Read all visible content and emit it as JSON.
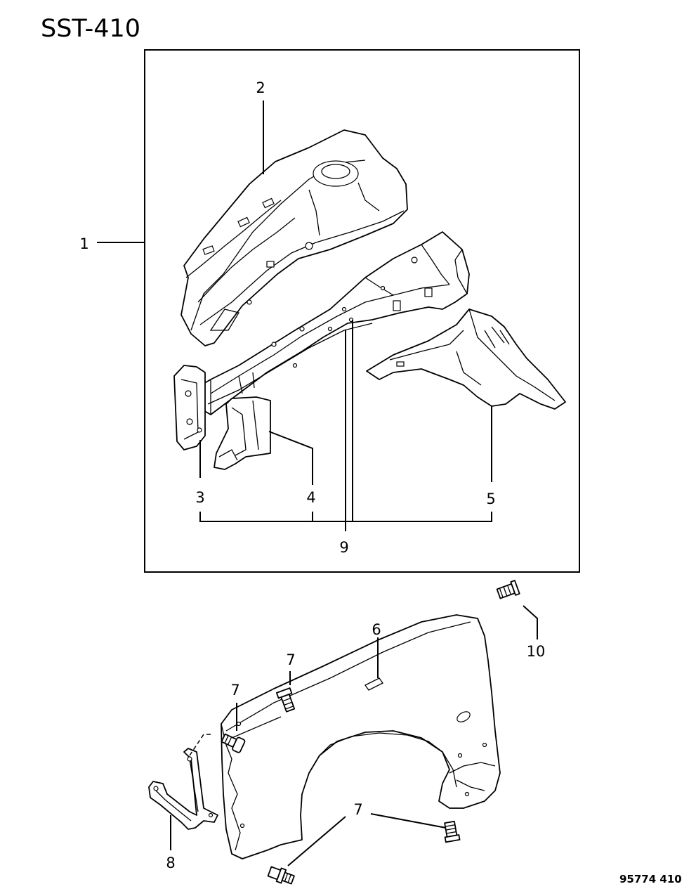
{
  "diagram": {
    "title": "SST-410",
    "code": "95774  410",
    "callouts": {
      "c1": "1",
      "c2": "2",
      "c3": "3",
      "c4": "4",
      "c5": "5",
      "c6": "6",
      "c7a": "7",
      "c7b": "7",
      "c7c": "7",
      "c8": "8",
      "c9": "9",
      "c10": "10"
    }
  }
}
